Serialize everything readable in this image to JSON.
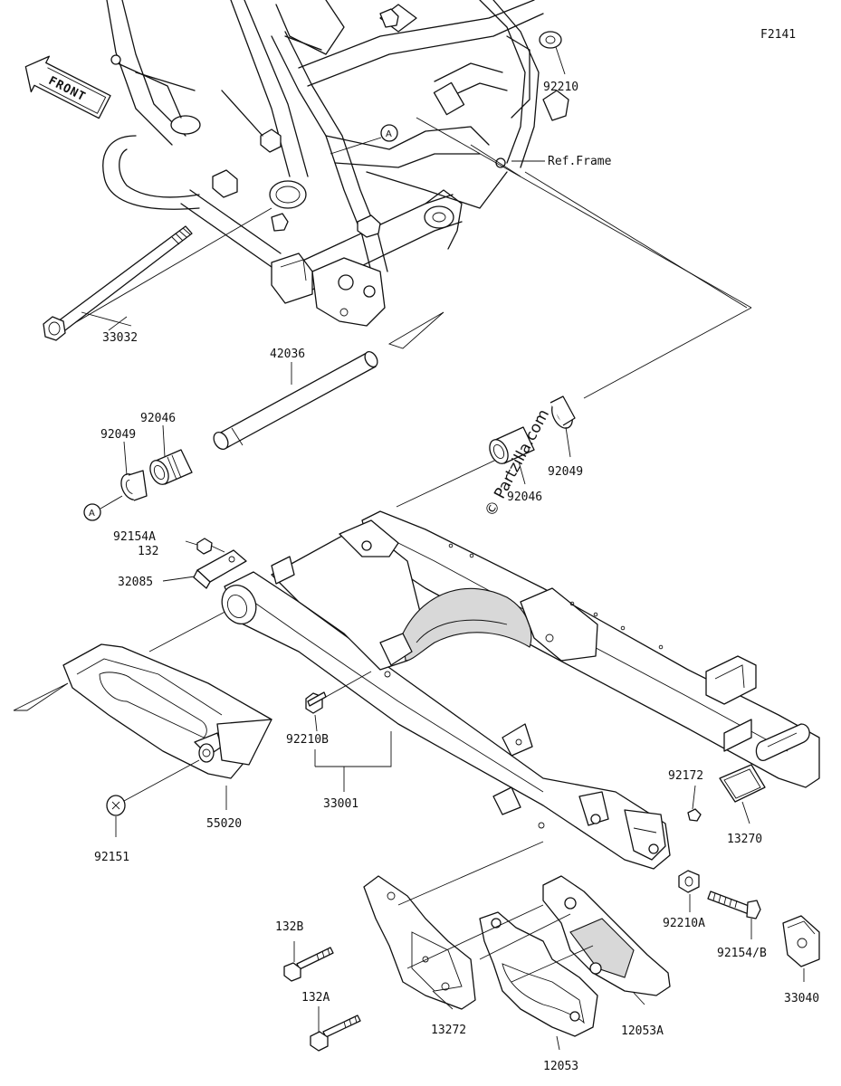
{
  "figure_code": "F2141",
  "front_arrow": "FRONT",
  "watermark": "© Partzilla.com",
  "callout_letter": "A",
  "labels": {
    "p92210": "92210",
    "ref_frame": "Ref.Frame",
    "p33032": "33032",
    "p42036": "42036",
    "p92046_left": "92046",
    "p92049_left": "92049",
    "p92046_right": "92046",
    "p92049_right": "92049",
    "p92154A": "92154A",
    "p132": "132",
    "p32085": "32085",
    "p92210B": "92210B",
    "p33001": "33001",
    "p55020": "55020",
    "p92151": "92151",
    "p92172": "92172",
    "p13270": "13270",
    "p92210A": "92210A",
    "p92154B": "92154/B",
    "p33040": "33040",
    "p132B": "132B",
    "p132A": "132A",
    "p13272": "13272",
    "p12053A": "12053A",
    "p12053": "12053"
  }
}
